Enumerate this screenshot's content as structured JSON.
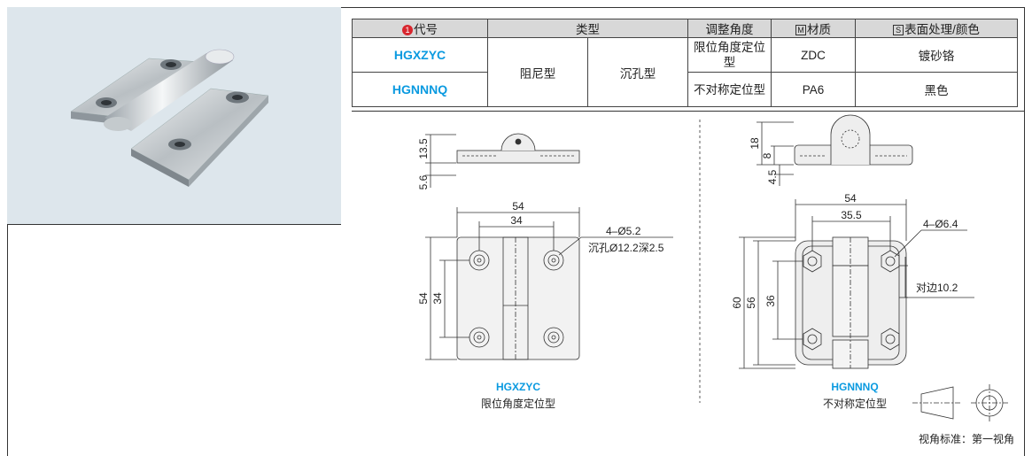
{
  "table": {
    "headers": {
      "code_marker": "1",
      "code": "代号",
      "type": "类型",
      "adjust_angle": "调整角度",
      "material_marker": "M",
      "material": "材质",
      "surface_marker": "S",
      "surface": "表面处理/颜色"
    },
    "rows": [
      {
        "code": "HGXZYC",
        "angle": "限位角度定位型",
        "material": "ZDC",
        "surface": "镀砂铬"
      },
      {
        "code": "HGNNNQ",
        "angle": "不对称定位型",
        "material": "PA6",
        "surface": "黑色"
      }
    ],
    "type_damper": "阻尼型",
    "type_countersunk": "沉孔型"
  },
  "drawing_left": {
    "dims": {
      "height_top": "13.5",
      "plate_thickness": "5.6",
      "width_outer": "54",
      "width_holes": "34",
      "height_outer": "54",
      "height_holes": "34"
    },
    "hole_note_1": "4–Ø5.2",
    "hole_note_2": "沉孔Ø12.2深2.5",
    "code": "HGXZYC",
    "subtitle": "限位角度定位型"
  },
  "drawing_right": {
    "dims": {
      "height_top": "18",
      "pivot_height": "8",
      "plate_thickness": "4.5",
      "width_outer": "54",
      "width_holes": "35.5",
      "height_outer": "60",
      "height_mid": "56",
      "height_holes": "36"
    },
    "hole_note": "4–Ø6.4",
    "across_flats": "对边10.2",
    "code": "HGNNNQ",
    "subtitle": "不对称定位型"
  },
  "view_standard": "视角标准：第一视角"
}
